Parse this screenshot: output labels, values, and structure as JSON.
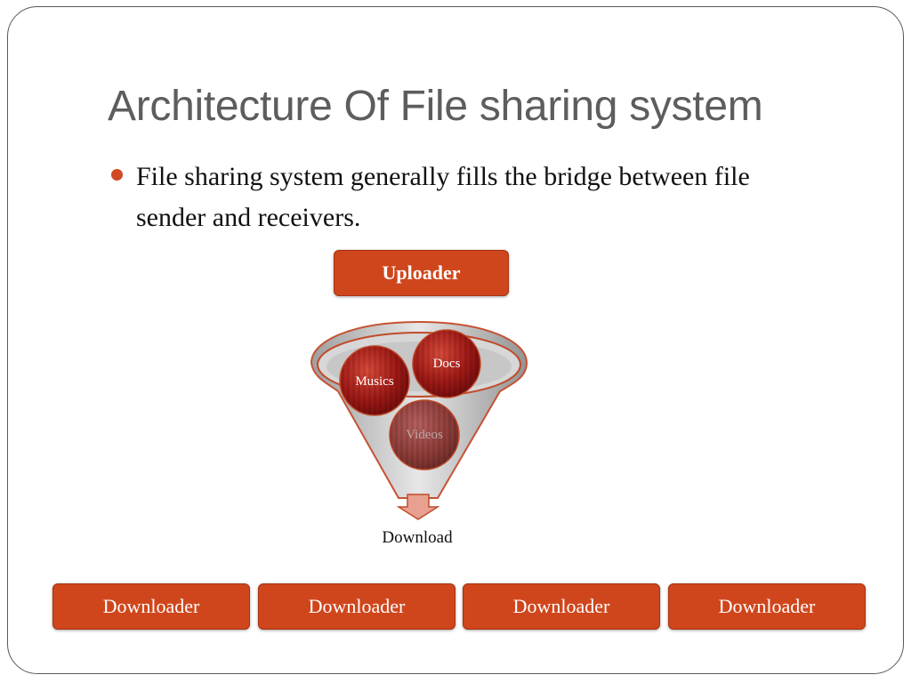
{
  "slide": {
    "title": "Architecture Of File sharing system",
    "bullets": [
      "File sharing system generally fills the bridge between file sender and receivers."
    ]
  },
  "diagram": {
    "uploader_label": "Uploader",
    "funnel_items": {
      "musics": "Musics",
      "docs": "Docs",
      "videos": "Videos"
    },
    "download_label": "Download",
    "downloaders": [
      "Downloader",
      "Downloader",
      "Downloader",
      "Downloader"
    ]
  },
  "colors": {
    "accent_orange": "#d0461c",
    "sphere_red": "#a51e1e",
    "funnel_gray": "#b5b5b5",
    "title_gray": "#5d5d5d"
  }
}
